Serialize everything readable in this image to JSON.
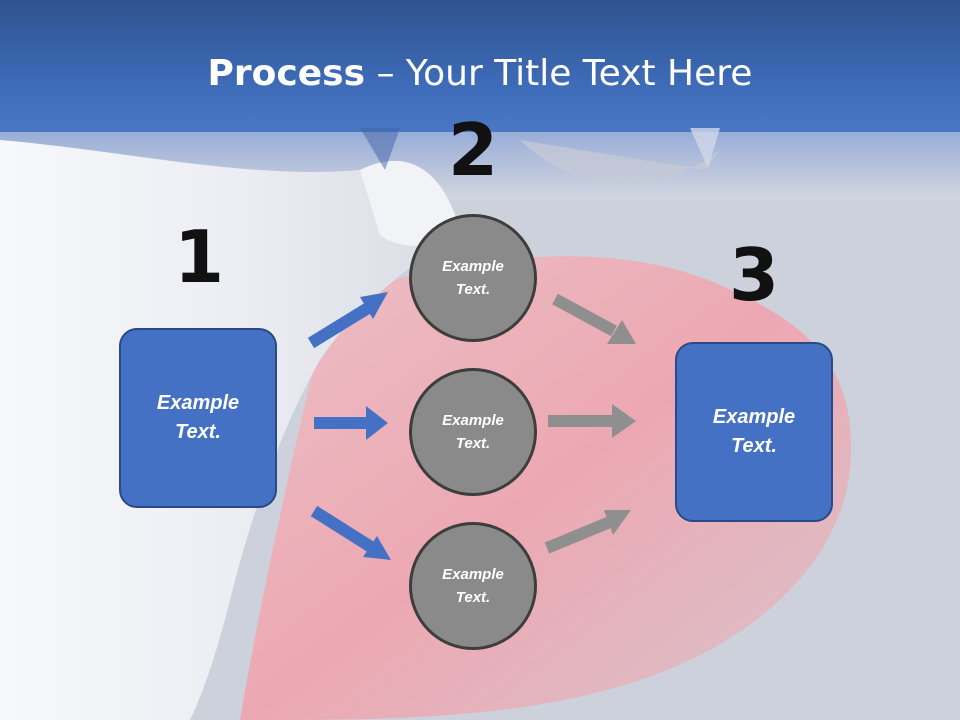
{
  "title": {
    "bold": "Process",
    "rest": " – Your Title Text Here"
  },
  "steps": {
    "one": "1",
    "two": "2",
    "three": "3"
  },
  "left_box": {
    "text": "Example Text."
  },
  "circles": [
    {
      "text": "Example Text."
    },
    {
      "text": "Example Text."
    },
    {
      "text": "Example Text."
    }
  ],
  "right_box": {
    "text": "Example Text."
  },
  "colors": {
    "header": "#3a66b0",
    "box": "#4471c4",
    "circle": "#8a8a8a",
    "arrow_blue": "#4471c4",
    "arrow_gray": "#8f8f8f"
  }
}
